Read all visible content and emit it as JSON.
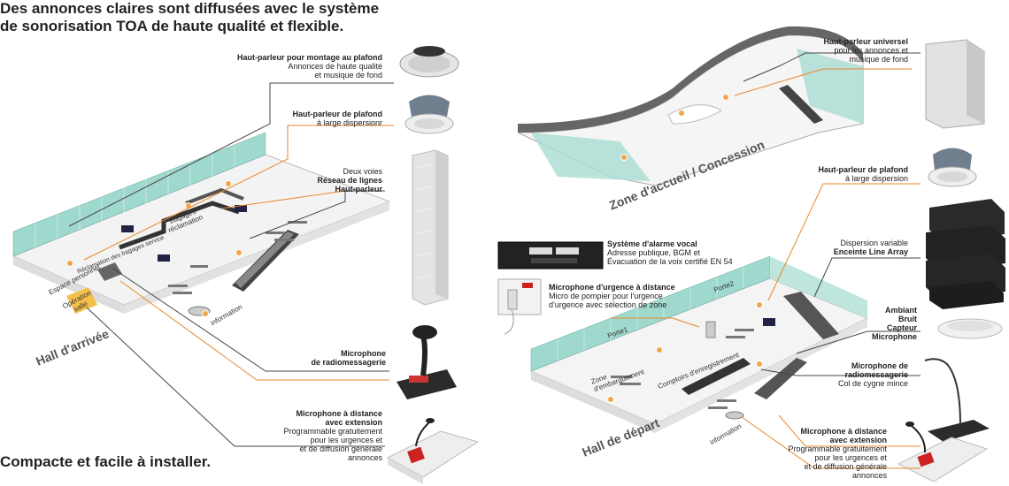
{
  "header": {
    "line1": "Des annonces claires sont diffusées avec le système",
    "line2": "de sonorisation TOA de haute qualité et flexible."
  },
  "footer": {
    "tagline": "Compacte et facile à installer."
  },
  "zones": {
    "arrival": "Hall d'arrivée",
    "reception": "Zone d'accueil / Concession",
    "departure": "Hall de départ"
  },
  "left_callouts": {
    "ceiling_mount": {
      "title": "Haut-parleur pour montage au plafond",
      "line1": "Annonces de haute qualité",
      "line2": "et musique de fond"
    },
    "wide_ceiling": {
      "title": "Haut-parleur de plafond",
      "line1": "à large dispersionr"
    },
    "two_way": {
      "line1": "Deux voies",
      "title1": "Réseau de lignes",
      "title2": "Haut-parleur"
    },
    "paging_mic": {
      "title1": "Microphone",
      "title2": "de radiomessagerie"
    },
    "remote_mic": {
      "title1": "Microphone à distance",
      "title2": "avec extension",
      "line1": "Programmable gratuitement",
      "line2": "pour les urgences et",
      "line3": "et de diffusion générale",
      "line4": "annonces"
    }
  },
  "right_callouts": {
    "universal": {
      "title": "Haut-parleur universel",
      "line1": "pour les annonces et",
      "line2": "musique de fond"
    },
    "wide_ceiling": {
      "title": "Haut-parleur de plafond",
      "line1": "à large dispersion"
    },
    "voice_alarm": {
      "title": "Système d'alarme vocal",
      "line1": "Adresse publique, BGM et",
      "line2": "Évacuation de la voix certifié EN 54"
    },
    "emergency_mic": {
      "title": "Microphone d'urgence à distance",
      "line1": "Micro de pompier pour l'urgence",
      "line2": "d'urgence avec sélection de zone"
    },
    "line_array": {
      "line1": "Dispersion variable",
      "title": "Enceinte Line Array"
    },
    "ambient": {
      "t1": "Ambiant",
      "t2": "Bruit",
      "t3": "Capteur",
      "t4": "Microphone"
    },
    "paging_mic": {
      "title1": "Microphone de",
      "title2": "radiomessagerie",
      "line1": "Col de cygne mince"
    },
    "remote_mic": {
      "title1": "Microphone à distance",
      "title2": "avec extension",
      "line1": "Programmable gratuitement",
      "line2": "pour les urgences et",
      "line3": "et de diffusion générale",
      "line4": "annonces"
    }
  },
  "area_labels": {
    "baggage": "Bagages réclamation",
    "baggage_service": "Réclamation des bagages service",
    "staff": "Espace personnel",
    "operation": "Opération salle",
    "information_left": "information",
    "gate1": "Porte1",
    "gate2": "Porte2",
    "boarding": "Zone d'embarquement",
    "checkin": "Comptoirs d'enregistrement",
    "information_right": "information"
  },
  "colors": {
    "accent_line": "#e8872a",
    "dark_line": "#444444",
    "glass": "#8fcfc4"
  }
}
